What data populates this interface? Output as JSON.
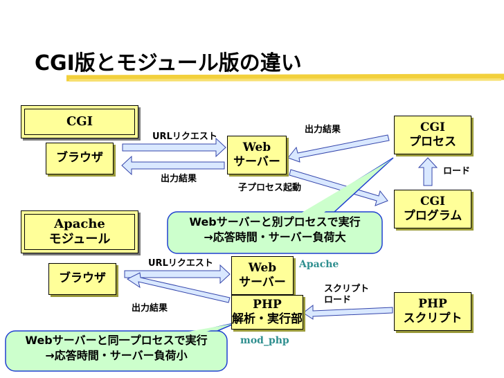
{
  "title": "CGI版とモジュール版の違い",
  "cgi_mode": {
    "label": "CGI",
    "browser": "ブラウザ",
    "web_server": [
      "Web",
      "サーバー"
    ],
    "cgi_process": [
      "CGI",
      "プロセス"
    ],
    "cgi_program": [
      "CGI",
      "プログラム"
    ],
    "url_request": "URLリクエスト",
    "output_result_to_browser": "出力結果",
    "output_result_from_process": "出力結果",
    "child_process_start": "子プロセス起動",
    "load": "ロード",
    "note": [
      "Webサーバーと別プロセスで実行",
      "→応答時間・サーバー負荷大"
    ]
  },
  "apache_mode": {
    "label": [
      "Apache",
      "モジュール"
    ],
    "browser": "ブラウザ",
    "web_server": [
      "Web",
      "サーバー"
    ],
    "php_parser": [
      "PHP",
      "解析・実行部"
    ],
    "php_script": [
      "PHP",
      "スクリプト"
    ],
    "url_request": "URLリクエスト",
    "output_result": "出力結果",
    "apache_label": "Apache",
    "mod_php_label": "mod_php",
    "script_load": [
      "スクリプト",
      "ロード"
    ],
    "note": [
      "Webサーバーと同一プロセスで実行",
      "→応答時間・サーバー負荷小"
    ]
  },
  "colors": {
    "box_fill": "#ffff99",
    "bubble_fill": "#ccffcc",
    "bubble_stroke": "#1f3fd0",
    "arrow_fill": "#d9e8ff",
    "arrow_stroke": "#3344aa",
    "accent_teal": "#2f8f8f",
    "title_underline": "#f2d03c"
  }
}
